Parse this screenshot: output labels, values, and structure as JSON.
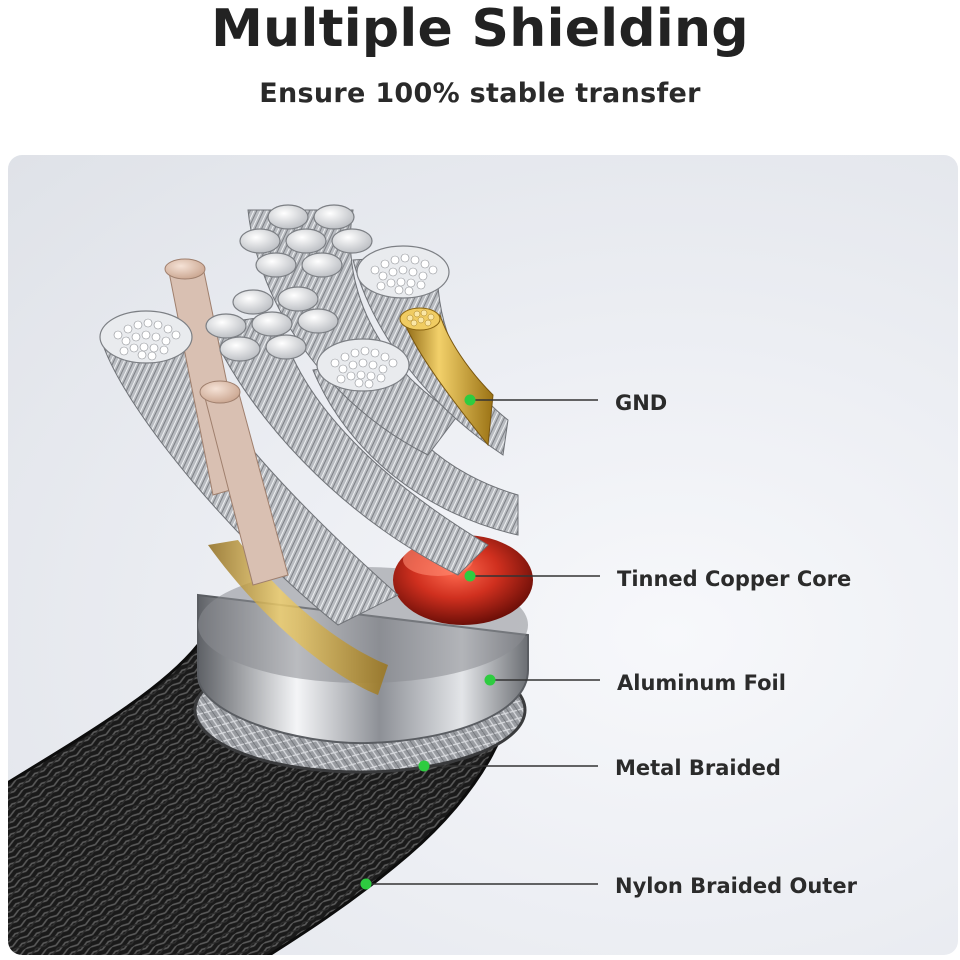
{
  "header": {
    "title": "Multiple Shielding",
    "subtitle": "Ensure 100% stable transfer"
  },
  "callouts": [
    {
      "label": "GND"
    },
    {
      "label": "Tinned Copper Core"
    },
    {
      "label": "Aluminum Foil"
    },
    {
      "label": "Metal Braided"
    },
    {
      "label": "Nylon Braided Outer"
    }
  ],
  "colors": {
    "callout_dot": "#2ecc40",
    "leader_line": "#333333",
    "nylon_outer": "#1c1c1c",
    "core_red": "#c0281c",
    "gnd_gold": "#d9a72a"
  }
}
